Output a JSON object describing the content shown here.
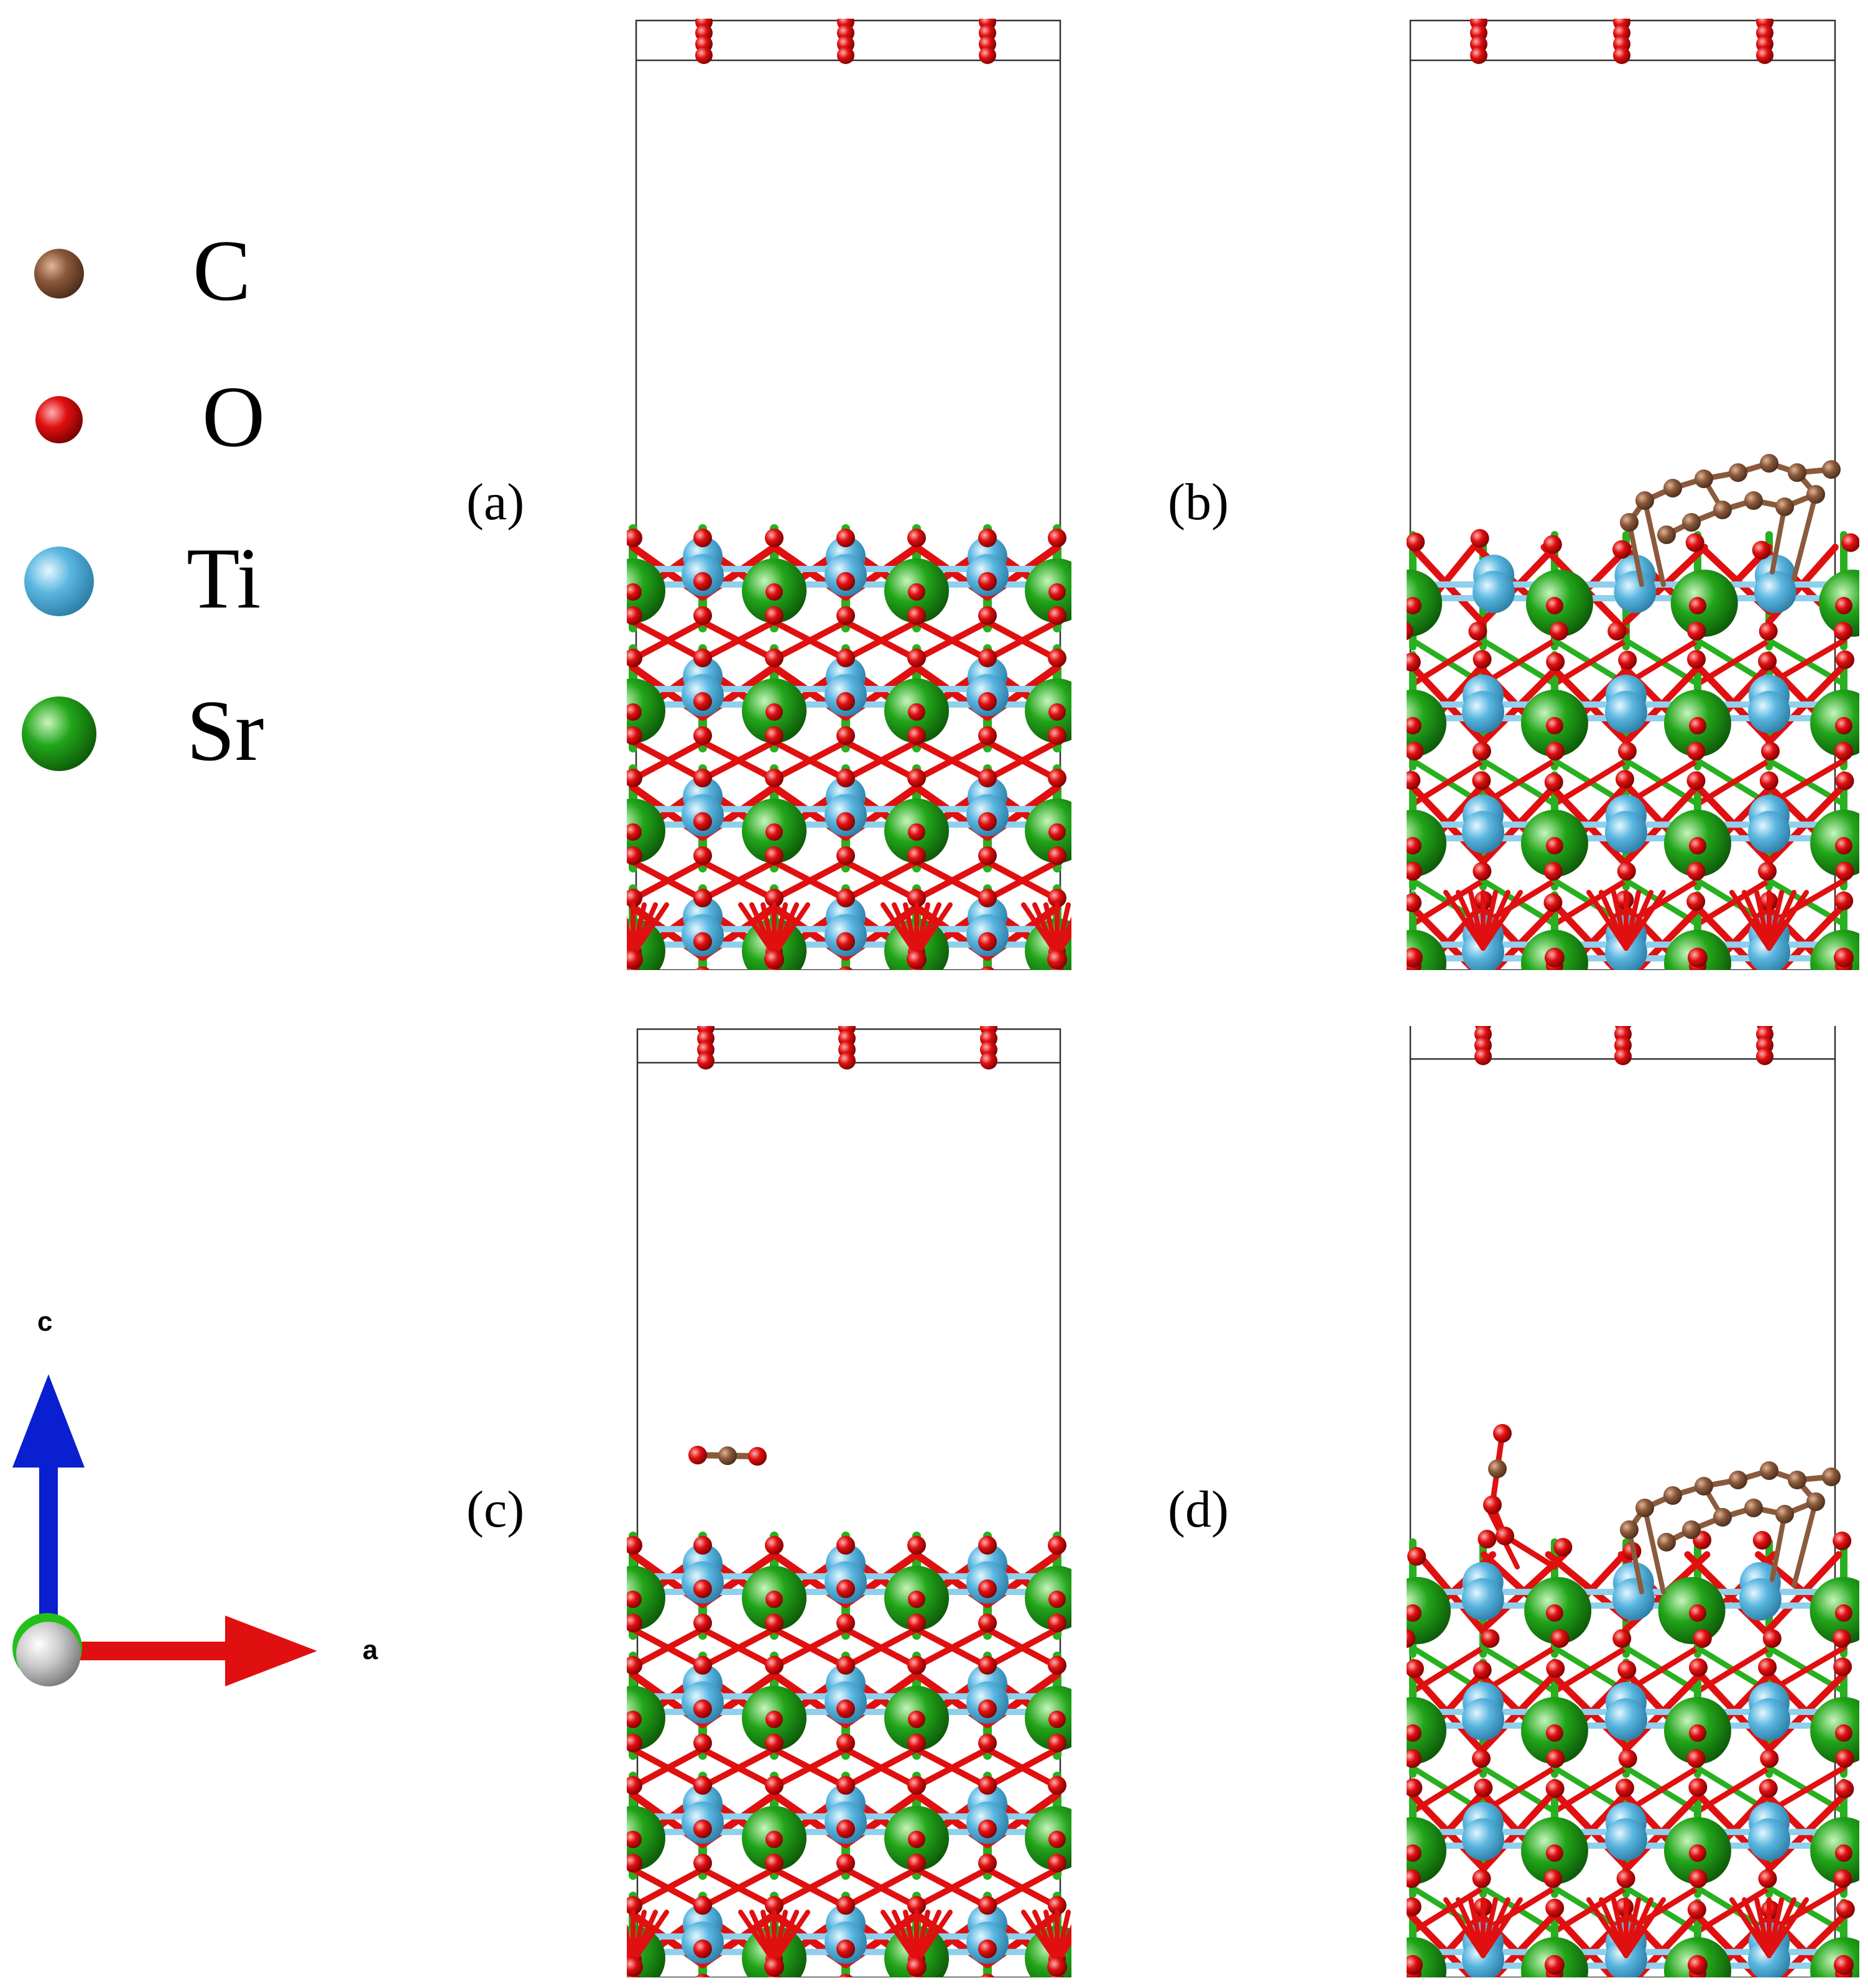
{
  "legend": [
    {
      "symbol": "C",
      "color": "#8B5A3C",
      "highlight": "#c79473"
    },
    {
      "symbol": "O",
      "color": "#e01010",
      "highlight": "#ff8a8a"
    },
    {
      "symbol": "Ti",
      "color": "#5ab6e0",
      "highlight": "#bfe7f7"
    },
    {
      "symbol": "Sr",
      "color": "#22a51a",
      "highlight": "#9ee58f"
    }
  ],
  "axes": {
    "c_label": "c",
    "a_label": "a",
    "c_color": "#0a1fcf",
    "a_color": "#e01010",
    "origin_color": "#c8c8c8"
  },
  "panels": [
    {
      "id": "a",
      "label": "(a)",
      "adsorbate": "none"
    },
    {
      "id": "b",
      "label": "(b)",
      "adsorbate": "carbon-ring"
    },
    {
      "id": "c",
      "label": "(c)",
      "adsorbate": "co2-gas"
    },
    {
      "id": "d",
      "label": "(d)",
      "adsorbate": "carbon-ring-co2"
    }
  ],
  "colors": {
    "bond_ti_o": "#8fd0ec",
    "bond_sr_o": "#28b020",
    "bond_o": "#e01010",
    "bond_c": "#8B5A3C",
    "cell_line": "#333333"
  }
}
